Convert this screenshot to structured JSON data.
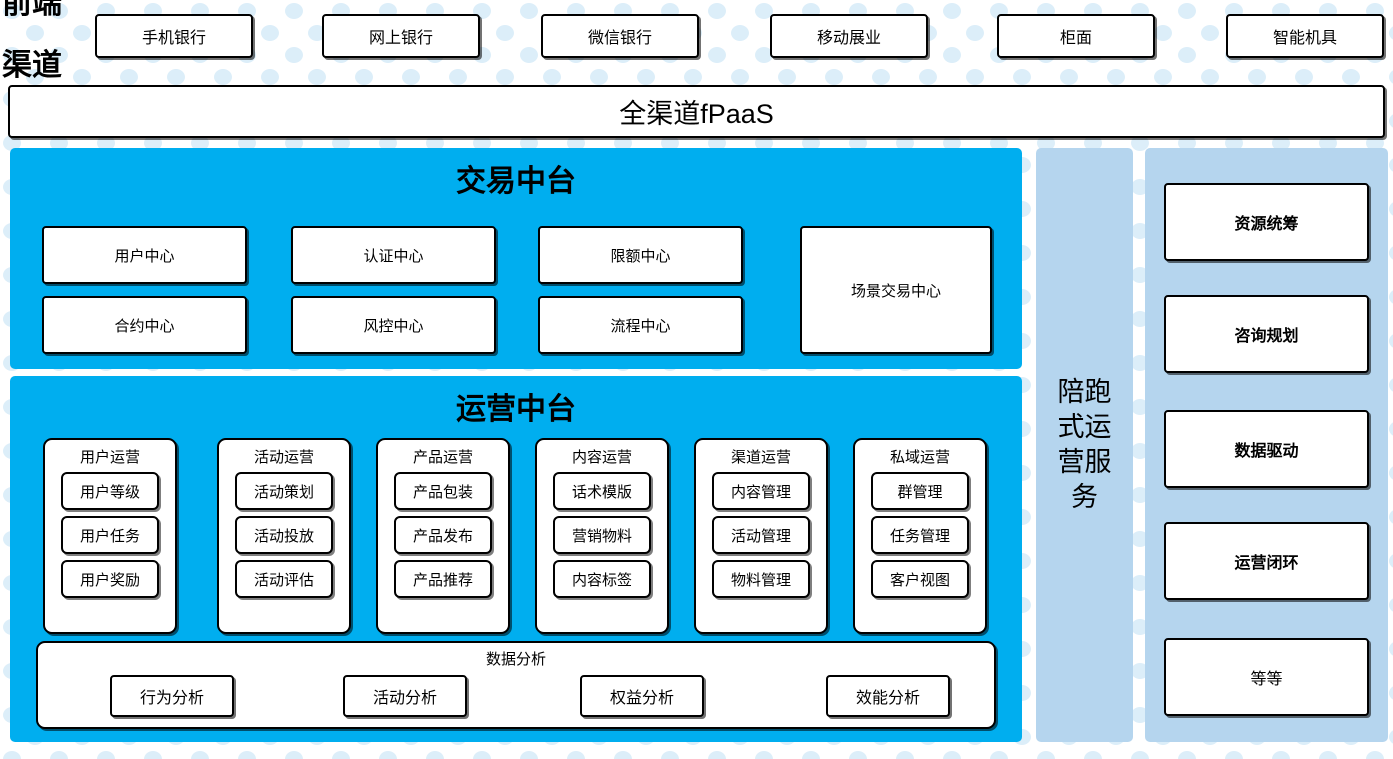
{
  "theme": {
    "cyan": "#00AEEF",
    "light_blue": "#B5D5EE",
    "box_border": "#000000",
    "box_fill": "#FFFFFF",
    "dot_color": "#DCEEF9"
  },
  "front_channel": {
    "label_line1": "前端",
    "label_line2": "渠道",
    "channels": [
      {
        "label": "手机银行"
      },
      {
        "label": "网上银行"
      },
      {
        "label": "微信银行"
      },
      {
        "label": "移动展业"
      },
      {
        "label": "柜面"
      },
      {
        "label": "智能机具"
      }
    ]
  },
  "fpaas": {
    "label": "全渠道fPaaS"
  },
  "trade_platform": {
    "title": "交易中台",
    "boxes": [
      {
        "label": "用户中心"
      },
      {
        "label": "认证中心"
      },
      {
        "label": "限额中心"
      },
      {
        "label": "合约中心"
      },
      {
        "label": "风控中心"
      },
      {
        "label": "流程中心"
      },
      {
        "label": "场景交易中心"
      }
    ]
  },
  "ops_platform": {
    "title": "运营中台",
    "groups": [
      {
        "title": "用户运营",
        "items": [
          "用户等级",
          "用户任务",
          "用户奖励"
        ]
      },
      {
        "title": "活动运营",
        "items": [
          "活动策划",
          "活动投放",
          "活动评估"
        ]
      },
      {
        "title": "产品运营",
        "items": [
          "产品包装",
          "产品发布",
          "产品推荐"
        ]
      },
      {
        "title": "内容运营",
        "items": [
          "话术模版",
          "营销物料",
          "内容标签"
        ]
      },
      {
        "title": "渠道运营",
        "items": [
          "内容管理",
          "活动管理",
          "物料管理"
        ]
      },
      {
        "title": "私域运营",
        "items": [
          "群管理",
          "任务管理",
          "客户视图"
        ]
      }
    ],
    "analysis": {
      "title": "数据分析",
      "items": [
        "行为分析",
        "活动分析",
        "权益分析",
        "效能分析"
      ]
    }
  },
  "service_column": {
    "label": "陪跑式运营服务",
    "line1": "陪跑",
    "line2": "式运",
    "line3": "营服",
    "line4": "务"
  },
  "right_column": {
    "items": [
      {
        "label": "资源统筹",
        "bold": true
      },
      {
        "label": "咨询规划",
        "bold": true
      },
      {
        "label": "数据驱动",
        "bold": true
      },
      {
        "label": "运营闭环",
        "bold": true
      },
      {
        "label": "等等",
        "bold": false
      }
    ]
  }
}
